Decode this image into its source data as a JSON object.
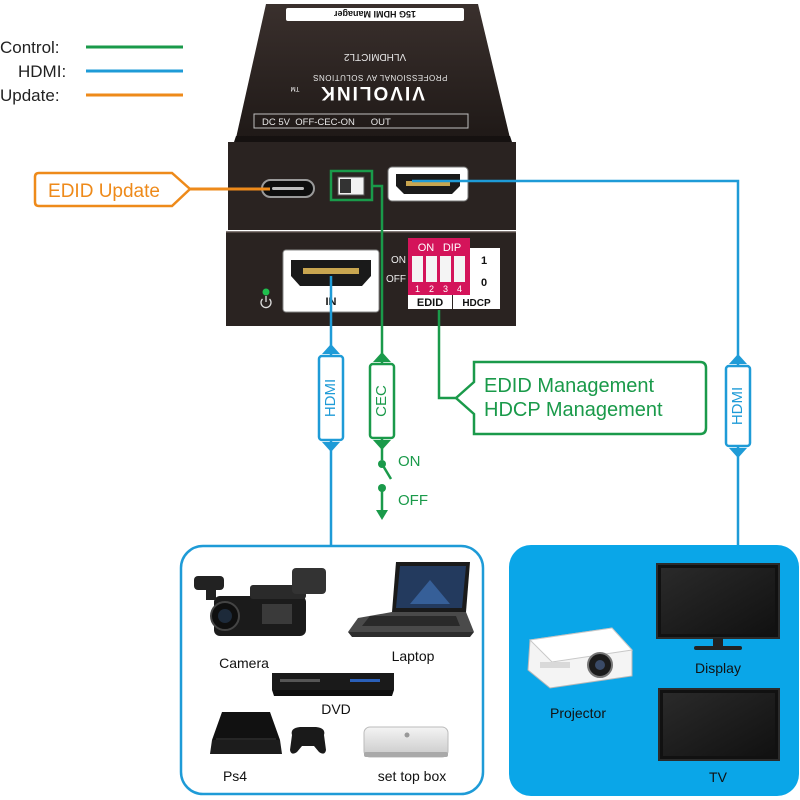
{
  "legend": {
    "items": [
      {
        "label": "Control:",
        "color": "#1a9a4a"
      },
      {
        "label": "HDMI:",
        "color": "#1e9bd7"
      },
      {
        "label": "Update:",
        "color": "#ee8a1a"
      }
    ]
  },
  "device": {
    "name_plate": "15G HDMI Manager",
    "brand": "VIVOLINK",
    "trademark": "TM",
    "tagline": "PROFESSIONAL AV SOLUTIONS",
    "model": "VLHDMICTL2",
    "top_port_labels": "DC 5V  OFF-CEC-ON      OUT",
    "in_label": "IN",
    "dip": {
      "header_on": "ON",
      "header_dip": "DIP",
      "on_label": "ON",
      "off_label": "OFF",
      "switch_numbers": [
        "1",
        "2",
        "3",
        "4"
      ],
      "level_high": "1",
      "level_low": "0",
      "edid_label": "EDID",
      "hdcp_label": "HDCP"
    }
  },
  "callouts": {
    "edid_update": "EDID Update",
    "management_line1": "EDID Management",
    "management_line2": "HDCP Management"
  },
  "cable_labels": {
    "hdmi_left": "HDMI",
    "cec": "CEC",
    "hdmi_right": "HDMI"
  },
  "cec_switch": {
    "on": "ON",
    "off": "OFF"
  },
  "sources": {
    "camera": "Camera",
    "laptop": "Laptop",
    "dvd": "DVD",
    "ps4": "Ps4",
    "settop": "set top box"
  },
  "displays": {
    "projector": "Projector",
    "display": "Display",
    "tv": "TV"
  },
  "colors": {
    "control": "#1a9a4a",
    "hdmi": "#1e9bd7",
    "update": "#ee8a1a",
    "device_body": "#2b2422",
    "dip_magenta": "#d4145a",
    "display_panel_bg": "#0aa6e8"
  }
}
